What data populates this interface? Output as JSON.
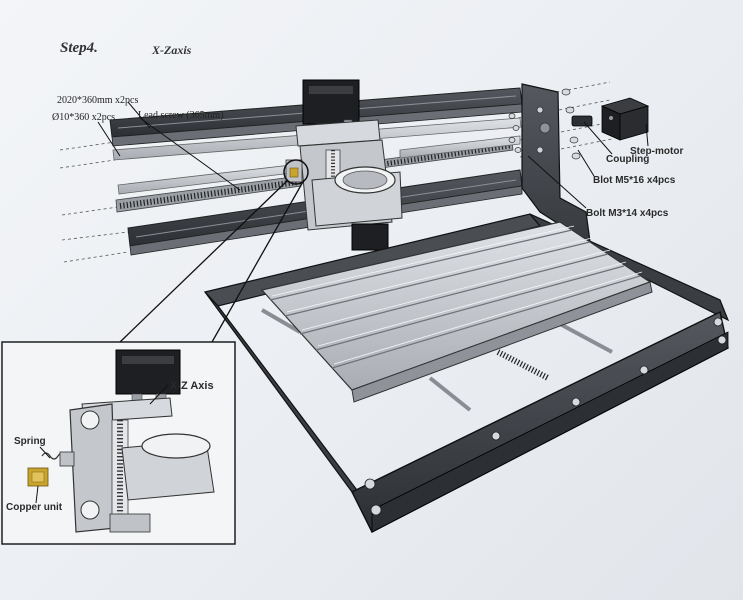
{
  "header": {
    "step": "Step4.",
    "section": "X-Zaxis"
  },
  "callouts": {
    "rail": "2020*360mm x2pcs",
    "rod": "Ø10*360 x2pcs",
    "lead_screw": "Lead screw (365mm)",
    "step_motor": "Step-motor",
    "coupling": "Coupling",
    "bolt_m5": "Blot M5*16 x4pcs",
    "bolt_m3": "Bolt M3*14 x4pcs"
  },
  "inset": {
    "axis_label": "X-Z Axis",
    "spring": "Spring",
    "copper_unit": "Copper unit"
  },
  "colors": {
    "paper": "#eceff3",
    "frame": "#3a3d42",
    "aluminum": "#c9ccd1",
    "motor": "#1e1f22",
    "leader": "#1a1a1a",
    "brass": "#c9a52f"
  }
}
